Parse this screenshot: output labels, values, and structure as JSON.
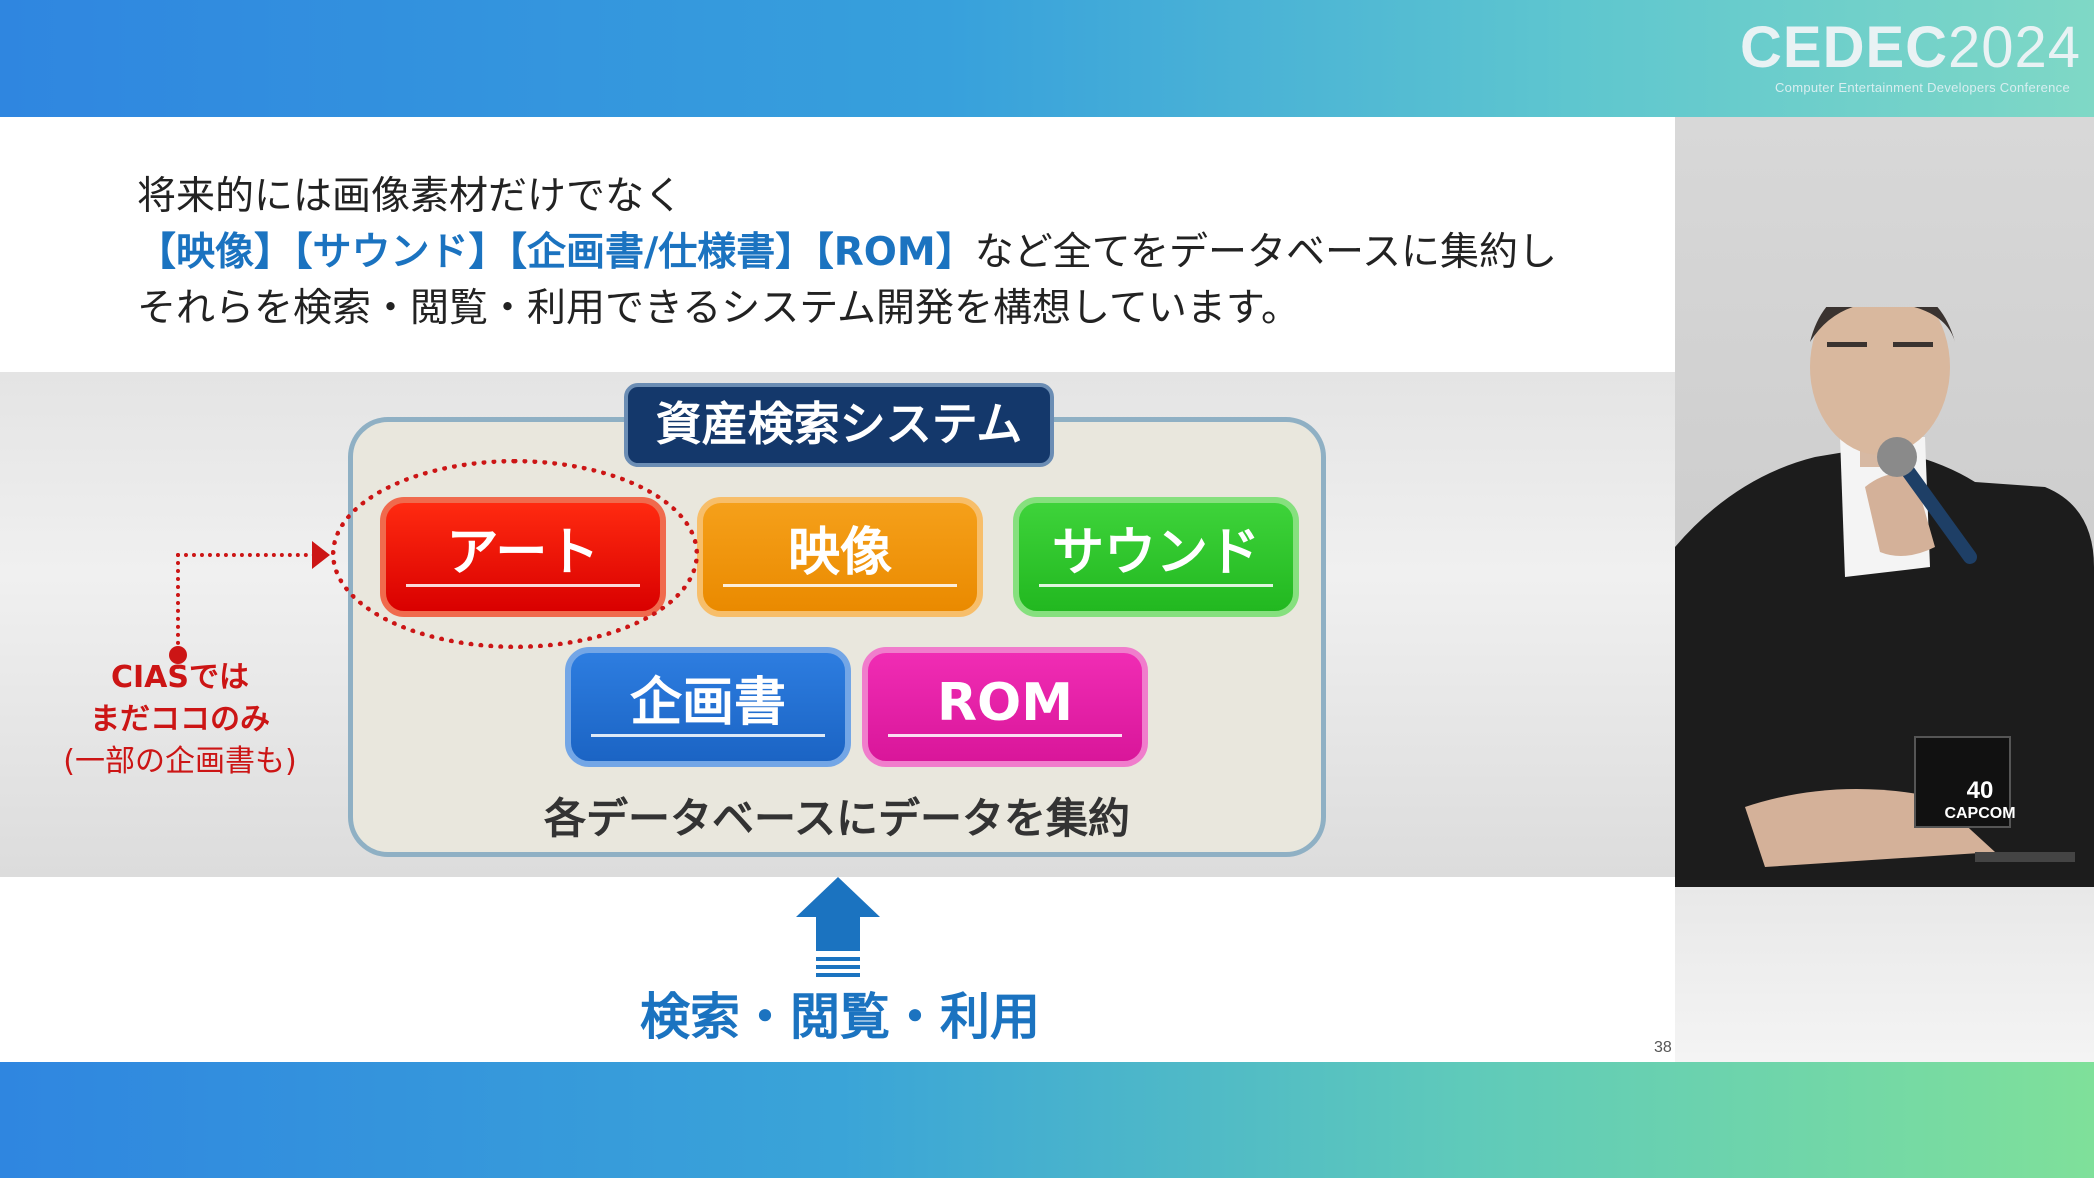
{
  "header": {
    "logo_main": "CEDEC",
    "logo_year": "2024",
    "logo_sub": "Computer Entertainment Developers Conference"
  },
  "slide": {
    "intro": {
      "line1": "将来的には画像素材だけでなく",
      "line2_keywords": "【映像】【サウンド】【企画書/仕様書】【ROM】",
      "line2_rest": "など全てをデータベースに集約し",
      "line3": "それらを検索・閲覧・利用できるシステム開発を構想しています。"
    },
    "system_title": "資産検索システム",
    "databases": {
      "art": "アート",
      "video": "映像",
      "sound": "サウンド",
      "plan": "企画書",
      "rom": "ROM"
    },
    "aggregate_label": "各データベースにデータを集約",
    "cias_note": {
      "line1": "CIASでは",
      "line2": "まだココのみ",
      "line3": "(一部の企画書も)"
    },
    "access_label": "検索・閲覧・利用",
    "page_number": "38"
  },
  "speaker": {
    "badge_number": "40",
    "badge_brand": "CAPCOM"
  },
  "colors": {
    "accent_blue": "#1b73c0",
    "note_red": "#cc1515",
    "title_navy": "#14386b"
  }
}
